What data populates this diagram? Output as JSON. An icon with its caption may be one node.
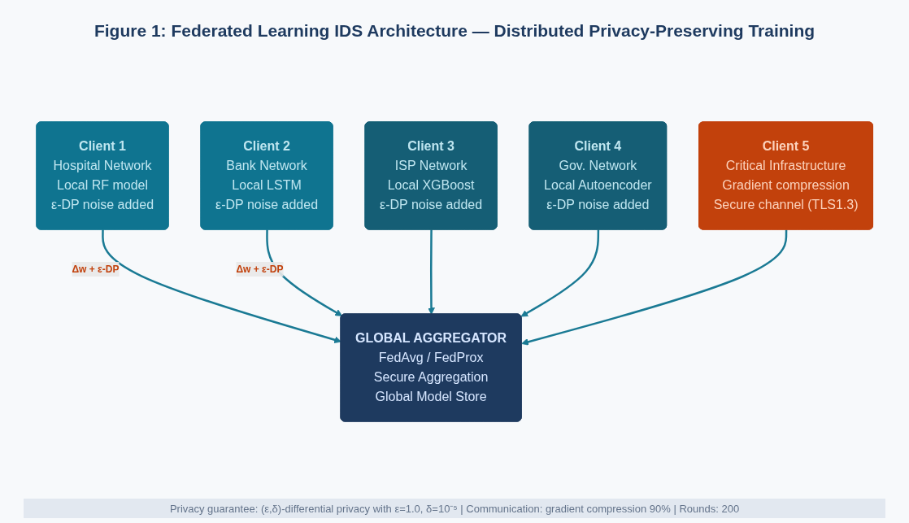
{
  "diagram": {
    "title": "Figure 1: Federated Learning IDS Architecture — Distributed Privacy-Preserving Training",
    "nodes": [
      {
        "text": [
          "Client 1",
          "Hospital Network",
          "Local RF model",
          "ε-DP noise added"
        ]
      },
      {
        "text": [
          "Client 2",
          "Bank Network",
          "Local LSTM",
          "ε-DP noise added"
        ]
      },
      {
        "text": [
          "GLOBAL AGGREGATOR",
          "FedAvg / FedProx",
          "Secure Aggregation",
          "Global Model Store"
        ]
      },
      {
        "text": [
          "Client 3",
          "ISP Network",
          "Local XGBoost",
          "ε-DP noise added"
        ]
      },
      {
        "text": [
          "Client 4",
          "Gov. Network",
          "Local Autoencoder",
          "ε-DP noise added"
        ]
      },
      {
        "text": [
          "Client 5",
          "Critical Infrastructure",
          "Gradient compression",
          "Secure channel (TLS1.3)"
        ]
      }
    ],
    "edges": [
      {
        "from": 0,
        "to": 2,
        "arrow": "to",
        "label": "Δw + ε-DP"
      },
      {
        "from": 1,
        "to": 2,
        "arrow": "to",
        "label": "Δw + ε-DP"
      },
      {
        "from": 3,
        "to": 2,
        "arrow": "to"
      },
      {
        "from": 4,
        "to": 2,
        "arrow": "to"
      },
      {
        "from": 5,
        "to": 2,
        "arrow": "to"
      }
    ],
    "labels": [
      "Privacy guarantee: (ε,δ)-differential privacy with ε=1.0, δ=10⁻⁵ | Communication: gradient compression 90% | Rounds: 200"
    ]
  }
}
